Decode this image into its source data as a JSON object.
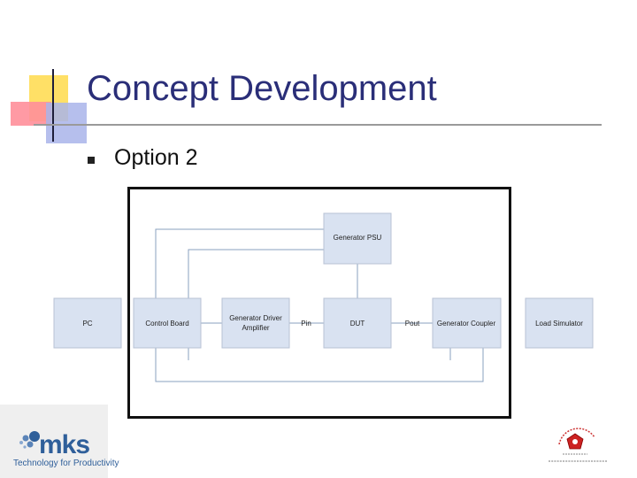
{
  "slide": {
    "title": "Concept Development",
    "bullets": [
      "Option 2"
    ]
  },
  "diagram": {
    "nodes": [
      {
        "id": "generator-psu",
        "label": "Generator PSU"
      },
      {
        "id": "pc",
        "label": "PC"
      },
      {
        "id": "control-board",
        "label": "Control Board"
      },
      {
        "id": "generator-driver-amplifier",
        "label": "Generator Driver Amplifier"
      },
      {
        "id": "dut",
        "label": "DUT"
      },
      {
        "id": "generator-coupler",
        "label": "Generator Coupler"
      },
      {
        "id": "load-simulator",
        "label": "Load Simulator"
      }
    ],
    "edge_labels": {
      "pin": "Pin",
      "pout": "Pout"
    },
    "colors": {
      "node_fill": "#d9e2f1",
      "edge": "#8aa0bf",
      "frame": "#111111"
    }
  },
  "branding": {
    "logo_text": "mks",
    "tagline": "Technology for Productivity",
    "seal_icon": "university-seal-icon",
    "colors": {
      "logo": "#2f5f9a",
      "title": "#2a2e78"
    }
  }
}
